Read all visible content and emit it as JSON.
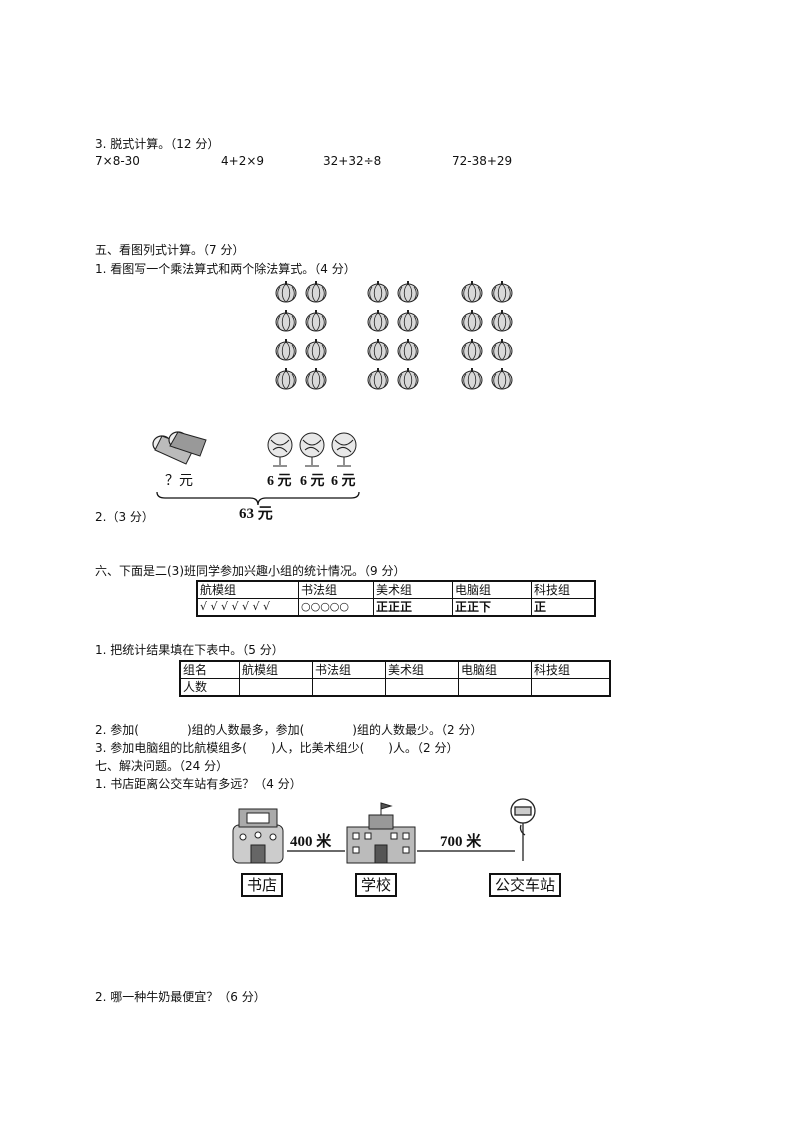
{
  "section3": {
    "title": "3. 脱式计算。（12 分）",
    "exprs": [
      "7×8-30",
      "4+2×9",
      "32+32÷8",
      "72-38+29"
    ]
  },
  "section5": {
    "title": "五、看图列式计算。（7 分）",
    "q1": "1. 看图写一个乘法算式和两个除法算式。（4 分）",
    "q2": "2.（3 分）",
    "price_unknown": "？元",
    "prices": [
      "6 元",
      "6 元",
      "6 元"
    ],
    "total": "63 元"
  },
  "section6": {
    "title": "六、下面是二(3)班同学参加兴趣小组的统计情况。（9 分）",
    "tally_headers": [
      "航模组",
      "书法组",
      "美术组",
      "电脑组",
      "科技组"
    ],
    "tally_marks": [
      "√ √ √ √ √ √ √",
      "○○○○○",
      "正正正",
      "正正下",
      "正"
    ],
    "q1": "1. 把统计结果填在下表中。（5 分）",
    "fill_headers": [
      "组名",
      "航模组",
      "书法组",
      "美术组",
      "电脑组",
      "科技组"
    ],
    "fill_row_label": "人数",
    "q2": "2. 参加(　　　　)组的人数最多，参加(　　　　)组的人数最少。（2 分）",
    "q3": "3. 参加电脑组的比航模组多(　　)人，比美术组少(　　)人。（2 分）"
  },
  "section7": {
    "title": "七、解决问题。（24 分）",
    "q1": "1. 书店距离公交车站有多远？（4 分）",
    "dist1": "400 米",
    "dist2": "700 米",
    "places": [
      "书店",
      "学校",
      "公交车站"
    ],
    "q2": "2. 哪一种牛奶最便宜？（6 分）"
  }
}
